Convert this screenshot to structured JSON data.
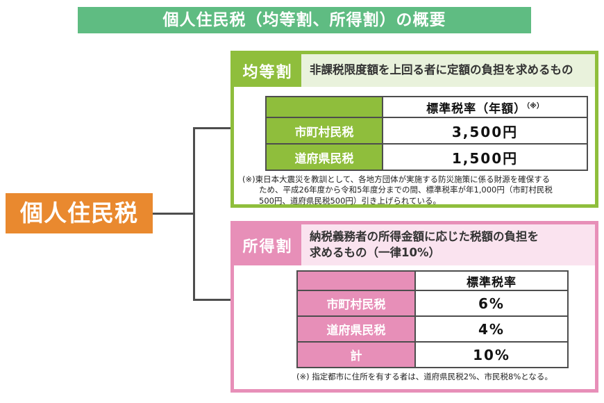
{
  "title": "個人住民税（均等割、所得割）の概要",
  "root": {
    "label": "個人住民税"
  },
  "colors": {
    "title_green": "#5FBC82",
    "lime_green": "#8FBE3C",
    "lime_light": "#E9F2DC",
    "pink": "#E78FB8",
    "pink_light": "#FAE3EF",
    "orange": "#E9892F",
    "connector_gray": "#4D4D4D"
  },
  "sections": {
    "kintowari": {
      "label": "均等割",
      "description": "非課税限度額を上回る者に定額の負担を求めるもの",
      "table": {
        "header": "標準税率（年額）",
        "header_note": "（※）",
        "rows": [
          {
            "label": "市町村民税",
            "value": "3,500円"
          },
          {
            "label": "道府県民税",
            "value": "1,500円"
          }
        ]
      },
      "footnote_lines": [
        "(※)東日本大震災を教訓として、各地方団体が実施する防災施策に係る財源を確保する",
        "ため、平成26年度から令和5年度分までの間、標準税率が年1,000円（市町村民税",
        "500円、道府県民税500円）引き上げられている。"
      ]
    },
    "shotokuwari": {
      "label": "所得割",
      "description_lines": [
        "納税義務者の所得金額に応じた税額の負担を",
        "求めるもの（一律10%）"
      ],
      "table": {
        "header": "標準税率",
        "rows": [
          {
            "label": "市町村民税",
            "value": "6%"
          },
          {
            "label": "道府県民税",
            "value": "4%"
          },
          {
            "label": "計",
            "value": "10%"
          }
        ]
      },
      "footnote": "(※) 指定都市に住所を有する者は、道府県民税2%、市民税8%となる。"
    }
  }
}
